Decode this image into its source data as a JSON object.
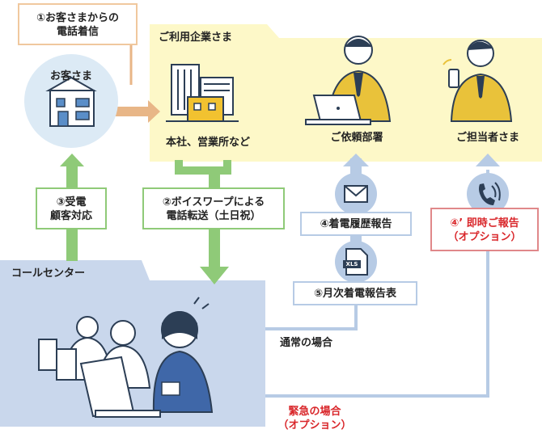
{
  "step1": {
    "line1": "①お客さまからの",
    "line2": "電話着信"
  },
  "customer": {
    "label": "お客さま"
  },
  "company": {
    "title": "ご利用企業さま",
    "hq_label": "本社、営業所など",
    "dept_label": "ご依頼部署",
    "rep_label": "ご担当者さま"
  },
  "step3": {
    "line1": "③受電",
    "line2": "顧客対応"
  },
  "step2": {
    "line1": "②ボイスワープによる",
    "line2": "電話転送（土日祝）"
  },
  "step4": {
    "label": "④着電履歴報告"
  },
  "step4b": {
    "line1": "④’ 即時ご報告",
    "line2": "（オプション）"
  },
  "step5": {
    "label": "⑤月次着電報告表"
  },
  "xls_icon_text": "XLS",
  "callcenter": {
    "title": "コールセンター"
  },
  "normal_case": "通常の場合",
  "emergency": {
    "line1": "緊急の場合",
    "line2": "（オプション）"
  },
  "colors": {
    "yellow_bg": "#fdf8c8",
    "blue_bg": "#c9d7ec",
    "orange": "#e8b687",
    "green": "#8fca78",
    "blue_line": "#b7cbe5",
    "red": "#d9262a"
  }
}
